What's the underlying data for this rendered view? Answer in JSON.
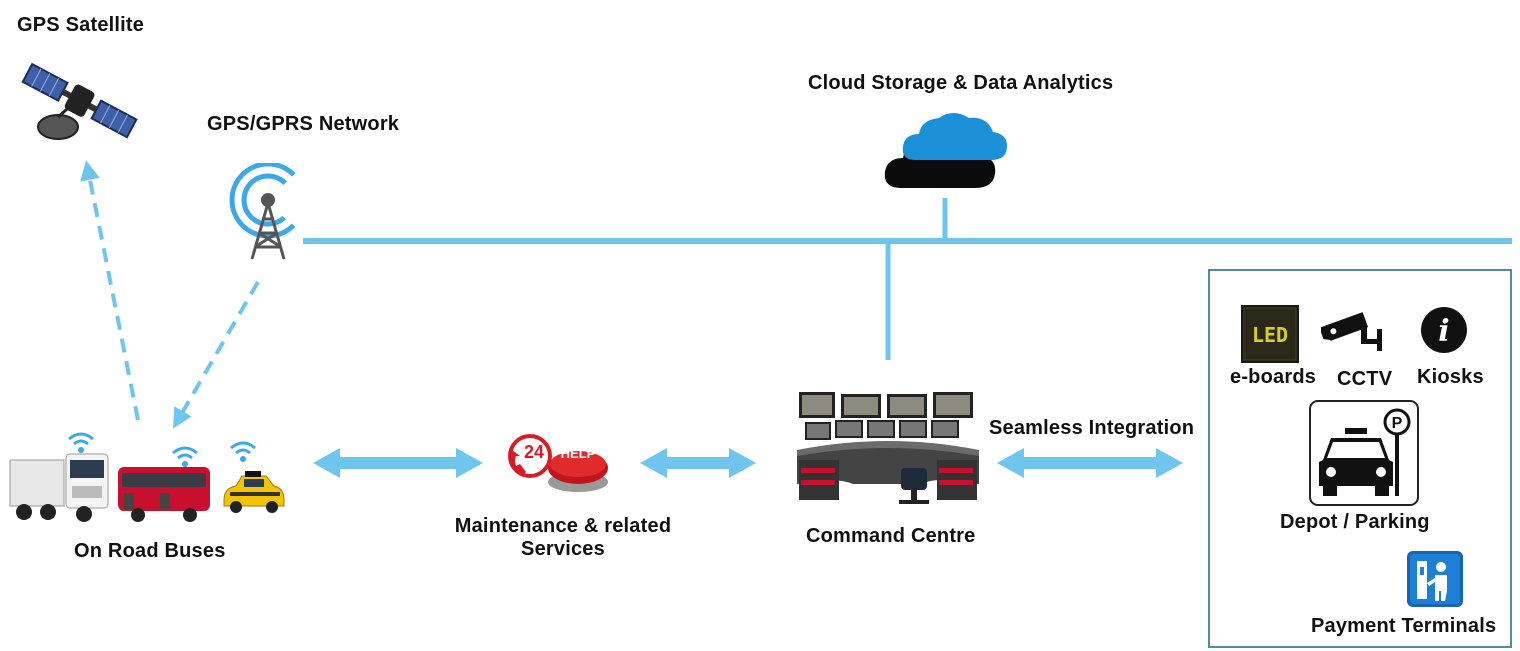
{
  "labels": {
    "gps_satellite": "GPS Satellite",
    "gprs_network": "GPS/GPRS Network",
    "cloud": "Cloud Storage & Data Analytics",
    "on_road_buses": "On Road Buses",
    "maintenance_line1": "Maintenance & related",
    "maintenance_line2": "Services",
    "command_centre": "Command Centre",
    "seamless_integration": "Seamless Integration",
    "eboards": "e-boards",
    "cctv": "CCTV",
    "kiosks": "Kiosks",
    "depot_parking": "Depot / Parking",
    "payment_terminals": "Payment Terminals"
  },
  "icons": {
    "led_board_text": "LED",
    "help_badge_text": "HELP",
    "help_phone_number": "24",
    "parking_sign": "P",
    "kiosk_info": "i"
  },
  "colors": {
    "connector": "#6ec6ef",
    "panel_border": "#4f8aa6",
    "cloud_blue": "#1c8fd9",
    "bus_red": "#c8102e",
    "taxi_yellow": "#f5c400"
  }
}
